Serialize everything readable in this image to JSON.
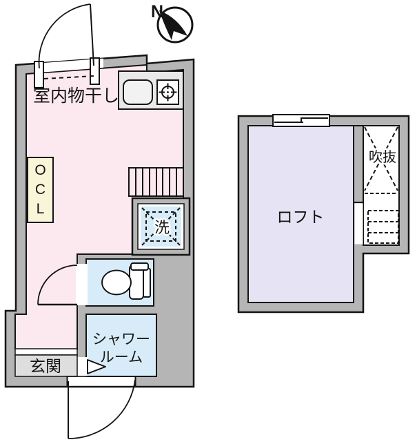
{
  "compass": {
    "north": "N"
  },
  "unit_1f": {
    "indoor_drying_label": "室内物干し",
    "closet_letters": [
      "O",
      "C",
      "L"
    ],
    "laundry_label": "洗",
    "shower_label_line1": "シャワー",
    "shower_label_line2": "ルーム",
    "entrance_label": "玄関"
  },
  "loft_plan": {
    "loft_label": "ロフト",
    "void_label": "吹抜"
  },
  "colors": {
    "wall": "#b5b5b5",
    "room_pink": "#fce9f0",
    "wet_blue": "#d7ecf8",
    "loft_lavender": "#e6e4f4",
    "closet_cream": "#f8f5d8",
    "counter_gray": "#e9e9e9",
    "entry_gray": "#dedede",
    "line": "#141414",
    "white": "#ffffff"
  }
}
